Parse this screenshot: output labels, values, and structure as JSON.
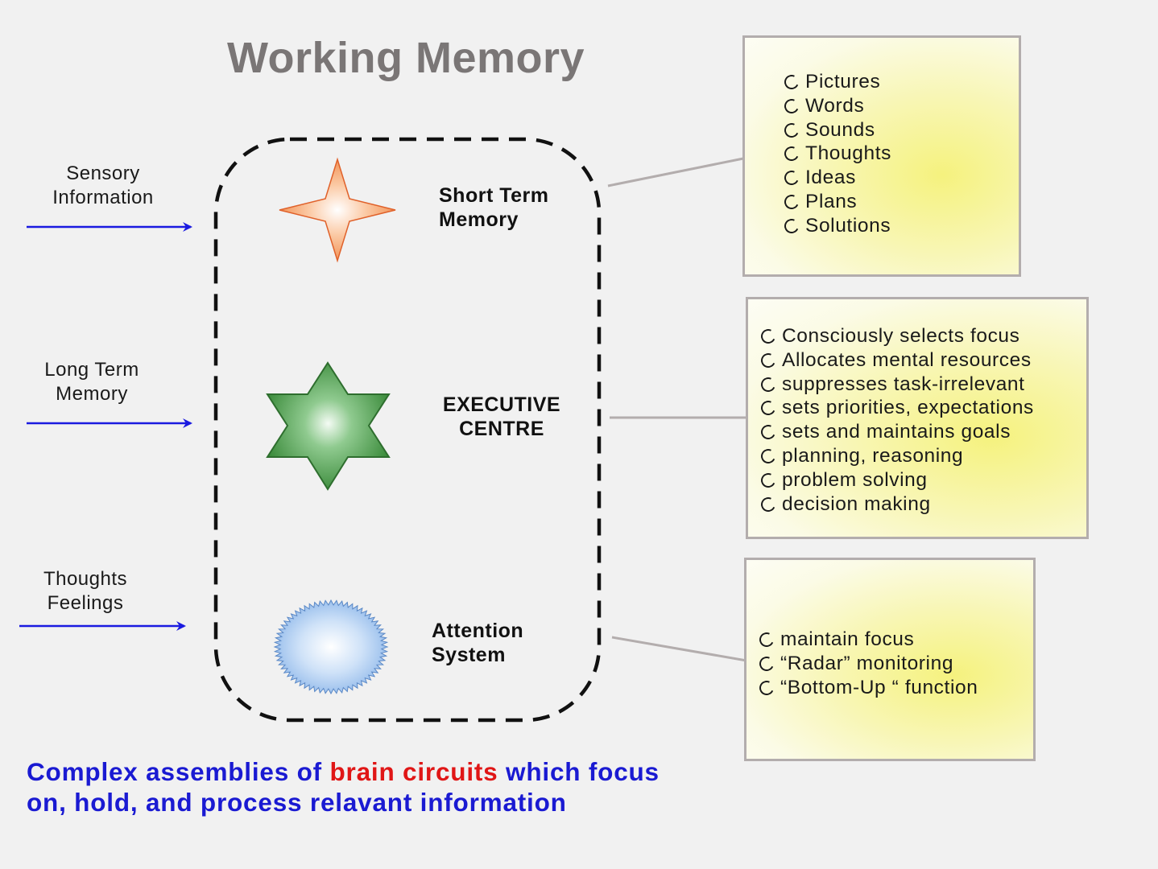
{
  "title": "Working Memory",
  "inputs": [
    {
      "line1": "Sensory",
      "line2": "Information"
    },
    {
      "line1": "Long Term",
      "line2": "Memory"
    },
    {
      "line1": "Thoughts",
      "line2": "Feelings"
    }
  ],
  "components": {
    "short_term": {
      "line1": "Short Term",
      "line2": "Memory",
      "icon": "four-point-star"
    },
    "executive": {
      "line1": "EXECUTIVE",
      "line2": "CENTRE",
      "icon": "six-point-star"
    },
    "attention": {
      "line1": "Attention",
      "line2": "System",
      "icon": "starburst-ellipse"
    }
  },
  "boxes": {
    "short_term": [
      "Pictures",
      "Words",
      "Sounds",
      "Thoughts",
      "Ideas",
      "Plans",
      "Solutions"
    ],
    "executive": [
      "Consciously selects focus",
      "Allocates mental resources",
      "suppresses task-irrelevant",
      "sets priorities, expectations",
      "sets and maintains goals",
      "planning, reasoning",
      "problem solving",
      "decision making"
    ],
    "attention": [
      "maintain focus",
      "“Radar” monitoring",
      "“Bottom-Up “ function"
    ]
  },
  "footer": {
    "part1": "Complex assemblies of ",
    "highlight": "brain circuits",
    "part2": " which focus",
    "line2": "on, hold, and process relavant information"
  },
  "colors": {
    "title": "#7a7676",
    "arrow": "#1a1ae0",
    "footer_text": "#1a1ad2",
    "footer_highlight": "#e01616",
    "star_orange": "#f08a4a",
    "star_green": "#3a8a3a",
    "burst_blue": "#a9cbf0",
    "box_fill": "#f6f3a0",
    "box_border": "#b3adad"
  }
}
